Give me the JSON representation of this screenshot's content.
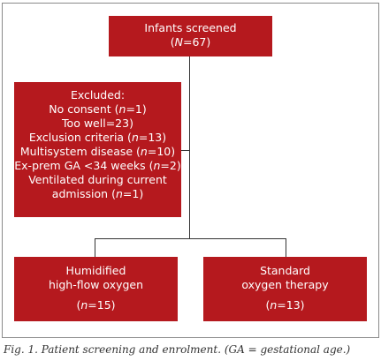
{
  "screened": {
    "title": "Infants screened",
    "count_pre": "(",
    "count_var": "N",
    "count_post": "=67)"
  },
  "excluded": {
    "title": "Excluded:",
    "lines": [
      {
        "pre": "No consent (",
        "var": "n",
        "post": "=1)"
      },
      {
        "pre": "Too well",
        "var": "",
        "post": "=23)"
      },
      {
        "pre": "Exclusion criteria (",
        "var": "n",
        "post": "=13)"
      },
      {
        "pre": "Multisystem disease (",
        "var": "n",
        "post": "=10)"
      },
      {
        "pre": "Ex-prem GA <34 weeks (",
        "var": "n",
        "post": "=2)"
      },
      {
        "pre": "Ventilated during current",
        "var": "",
        "post": ""
      },
      {
        "pre": "admission (",
        "var": "n",
        "post": "=1)"
      }
    ]
  },
  "hfo": {
    "line1": "Humidified",
    "line2": "high-flow oxygen",
    "count_pre": "(",
    "count_var": "n",
    "count_post": "=15)"
  },
  "sot": {
    "line1": "Standard",
    "line2": "oxygen therapy",
    "count_pre": "(",
    "count_var": "n",
    "count_post": "=13)"
  },
  "caption": "Fig. 1. Patient screening and enrolment. (GA = gestational age.)",
  "colors": {
    "box": "#b5191e",
    "line": "#333333",
    "frame": "#8a8a8a"
  }
}
